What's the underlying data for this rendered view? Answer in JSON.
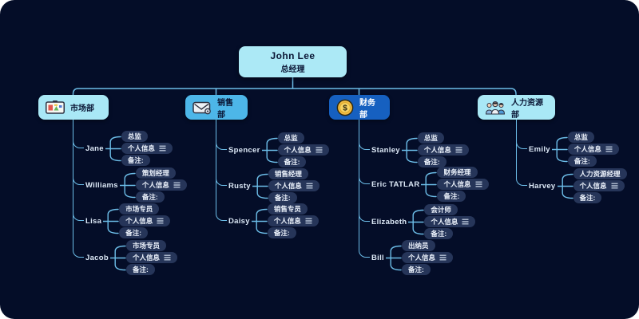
{
  "diagram_type": "org-chart-mindmap",
  "colors": {
    "background": "#040d28",
    "connector_line": "#6cbde8",
    "root_node_bg": "#ace9f6",
    "dept_light_bg": "#a9e8f6",
    "dept_sky_bg": "#4db6e8",
    "dept_blue_bg": "#1660c0",
    "leaf_pill_bg": "#263559",
    "coin_gold": "#f2bc42"
  },
  "root": {
    "name": "John Lee",
    "title": "总经理"
  },
  "departments": [
    {
      "label": "市场部",
      "icon": "billboard-icon",
      "members": [
        {
          "name": "Jane",
          "items": [
            {
              "label": "总监"
            },
            {
              "label": "个人信息",
              "icon": "list-icon"
            },
            {
              "label": "备注:"
            }
          ]
        },
        {
          "name": "Williams",
          "items": [
            {
              "label": "策划经理"
            },
            {
              "label": "个人信息",
              "icon": "list-icon"
            },
            {
              "label": "备注:"
            }
          ]
        },
        {
          "name": "Lisa",
          "items": [
            {
              "label": "市场专员"
            },
            {
              "label": "个人信息",
              "icon": "list-icon"
            },
            {
              "label": "备注:"
            }
          ]
        },
        {
          "name": "Jacob",
          "items": [
            {
              "label": "市场专员"
            },
            {
              "label": "个人信息",
              "icon": "list-icon"
            },
            {
              "label": "备注:"
            }
          ]
        }
      ]
    },
    {
      "label": "销售部",
      "icon": "envelope-icon",
      "members": [
        {
          "name": "Spencer",
          "items": [
            {
              "label": "总监"
            },
            {
              "label": "个人信息",
              "icon": "list-icon"
            },
            {
              "label": "备注:"
            }
          ]
        },
        {
          "name": "Rusty",
          "items": [
            {
              "label": "销售经理"
            },
            {
              "label": "个人信息",
              "icon": "list-icon"
            },
            {
              "label": "备注:"
            }
          ]
        },
        {
          "name": "Daisy",
          "items": [
            {
              "label": "销售专员"
            },
            {
              "label": "个人信息",
              "icon": "list-icon"
            },
            {
              "label": "备注:"
            }
          ]
        }
      ]
    },
    {
      "label": "财务部",
      "icon": "coin-icon",
      "members": [
        {
          "name": "Stanley",
          "items": [
            {
              "label": "总监"
            },
            {
              "label": "个人信息",
              "icon": "list-icon"
            },
            {
              "label": "备注:"
            }
          ]
        },
        {
          "name": "Eric TATLAR",
          "items": [
            {
              "label": "财务经理"
            },
            {
              "label": "个人信息",
              "icon": "list-icon"
            },
            {
              "label": "备注:"
            }
          ]
        },
        {
          "name": "Elizabeth",
          "items": [
            {
              "label": "会计师"
            },
            {
              "label": "个人信息",
              "icon": "list-icon"
            },
            {
              "label": "备注:"
            }
          ]
        },
        {
          "name": "Bill",
          "items": [
            {
              "label": "出纳员"
            },
            {
              "label": "个人信息",
              "icon": "list-icon"
            },
            {
              "label": "备注:"
            }
          ]
        }
      ]
    },
    {
      "label": "人力资源部",
      "icon": "team-icon",
      "members": [
        {
          "name": "Emily",
          "items": [
            {
              "label": "总监"
            },
            {
              "label": "个人信息",
              "icon": "list-icon"
            },
            {
              "label": "备注:"
            }
          ]
        },
        {
          "name": "Harvey",
          "items": [
            {
              "label": "人力资源经理"
            },
            {
              "label": "个人信息",
              "icon": "list-icon"
            },
            {
              "label": "备注:"
            }
          ]
        }
      ]
    }
  ]
}
